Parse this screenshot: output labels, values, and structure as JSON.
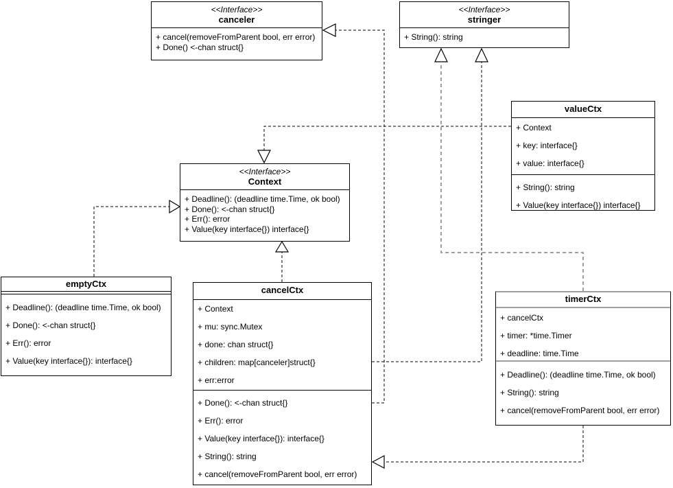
{
  "colors": {
    "background": "#ffffff",
    "line": "#000000",
    "muted_line": "#9e9e9e",
    "box_fill": "#ffffff",
    "text": "#000000"
  },
  "classes": {
    "canceler": {
      "stereotype": "<<Interface>>",
      "name": "canceler",
      "attributes": [],
      "methods": [
        "+ cancel(removeFromParent bool, err error)",
        "+ Done() <-chan struct{}"
      ]
    },
    "stringer": {
      "stereotype": "<<Interface>>",
      "name": "stringer",
      "attributes": [],
      "methods": [
        "+ String(): string"
      ]
    },
    "Context": {
      "stereotype": "<<Interface>>",
      "name": "Context",
      "attributes": [],
      "methods": [
        "+ Deadline(): (deadline time.Time, ok bool)",
        "+ Done(): <-chan struct{}",
        "+ Err(): error",
        "+ Value(key interface{}) interface{}"
      ]
    },
    "valueCtx": {
      "name": "valueCtx",
      "attributes": [
        "+ Context",
        "+ key: interface{}",
        "+ value: interface{}"
      ],
      "methods": [
        "+ String(): string",
        "+ Value(key interface{}) interface{}"
      ]
    },
    "emptyCtx": {
      "name": "emptyCtx",
      "attributes": [],
      "methods": [
        "+ Deadline(): (deadline time.Time, ok bool)",
        "+ Done(): <-chan struct{}",
        "+ Err(): error",
        "+ Value(key interface{}): interface{}"
      ]
    },
    "cancelCtx": {
      "name": "cancelCtx",
      "attributes": [
        "+ Context",
        "+ mu: sync.Mutex",
        "+ done: chan struct{}",
        "+ children: map[canceler]struct{}",
        "+ err:error"
      ],
      "methods": [
        "+ Done(): <-chan struct{}",
        "+ Err(): error",
        "+ Value(key interface{}): interface{}",
        "+ String(): string",
        "+ cancel(removeFromParent bool, err error)"
      ]
    },
    "timerCtx": {
      "name": "timerCtx",
      "attributes": [
        "+ cancelCtx",
        "+ timer: *time.Timer",
        "+ deadline: time.Time"
      ],
      "methods": [
        "+ Deadline(): (deadline time.Time, ok bool)",
        "+ String(): string",
        "+ cancel(removeFromParent bool, err error)"
      ]
    }
  },
  "relationships": [
    {
      "from": "cancelCtx",
      "to": "canceler",
      "type": "realization",
      "line": "dashed",
      "arrow": "hollow-triangle"
    },
    {
      "from": "cancelCtx",
      "to": "stringer",
      "type": "realization",
      "line": "dashed",
      "arrow": "hollow-triangle"
    },
    {
      "from": "timerCtx",
      "to": "stringer",
      "type": "realization",
      "line": "dashed-gray",
      "arrow": "hollow-triangle"
    },
    {
      "from": "timerCtx",
      "to": "cancelCtx",
      "type": "generalization",
      "line": "dashed",
      "arrow": "hollow-triangle"
    },
    {
      "from": "valueCtx",
      "to": "Context",
      "type": "realization",
      "line": "dashed",
      "arrow": "hollow-triangle"
    },
    {
      "from": "cancelCtx",
      "to": "Context",
      "type": "realization",
      "line": "dashed",
      "arrow": "hollow-triangle"
    },
    {
      "from": "emptyCtx",
      "to": "Context",
      "type": "realization",
      "line": "dashed",
      "arrow": "hollow-triangle"
    }
  ]
}
